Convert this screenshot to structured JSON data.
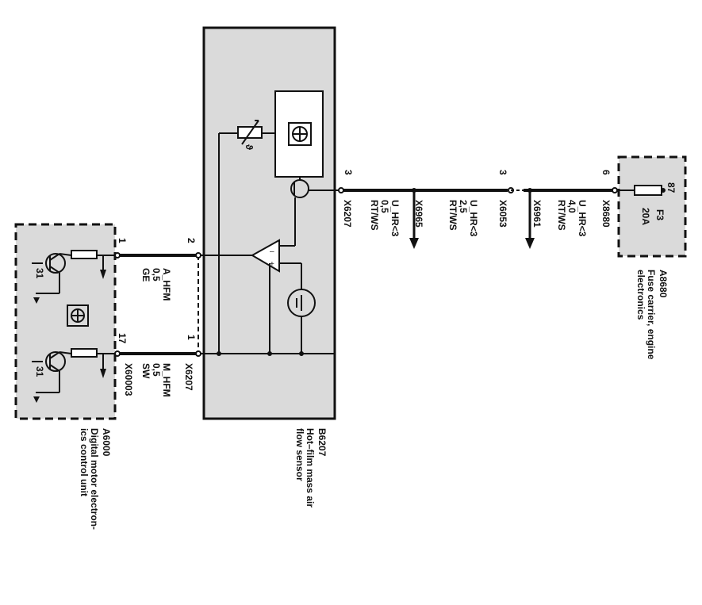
{
  "components": {
    "a6000": {
      "id": "A6000",
      "description": "Digital motor electron-\nics control unit",
      "ground_label": "31",
      "ground_label_2": "31"
    },
    "b6207": {
      "id": "B6207",
      "description": "Hot–film mass air\nflow sensor",
      "theta_label": "ϑ"
    },
    "a8680": {
      "id": "A8680",
      "description": "Fuse carrier, engine\nelectronics",
      "fuse_id": "F3",
      "fuse_rating": "20A",
      "terminal": "87"
    }
  },
  "pins": {
    "a6000_pin_a": "1",
    "a6000_pin_b": "17",
    "b6207_pin_a": "2",
    "b6207_pin_b": "1",
    "b6207_pin_supply": "3",
    "x6053_pin": "3",
    "x8680_pin": "6"
  },
  "connectors": {
    "x60003": "X60003",
    "x6207": "X6207",
    "x6207_right": "X6207",
    "x6965": "X6965",
    "x6053": "X6053",
    "x6961": "X6961",
    "x8680": "X8680"
  },
  "wires": {
    "a_hfm": "A_HFM\n0,5\nGE",
    "m_hfm": "M_HFM\n0,5\nSW",
    "u_hr_1": "U_HR<3\n0,5\nRT/WS",
    "u_hr_2": "U_HR<3\n2,5\nRT/WS",
    "u_hr_3": "U_HR<3\n4,0\nRT/WS"
  },
  "colors": {
    "module_fill": "#dadada",
    "line": "#111111"
  }
}
